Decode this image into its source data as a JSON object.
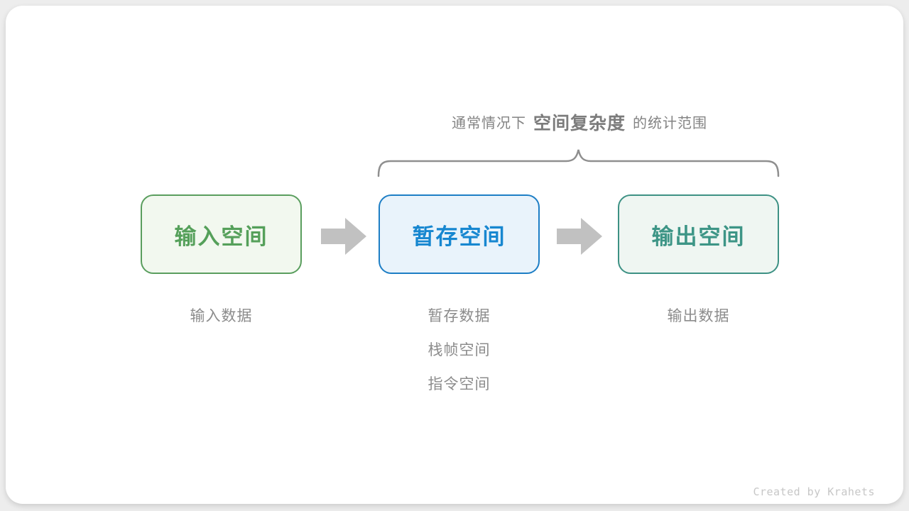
{
  "caption": {
    "prefix": "通常情况下",
    "highlight": "空间复杂度",
    "suffix": "的统计范围"
  },
  "columns": [
    {
      "box_label": "输入空间",
      "theme": "green",
      "notes": [
        "输入数据"
      ]
    },
    {
      "box_label": "暂存空间",
      "theme": "blue",
      "notes": [
        "暂存数据",
        "栈帧空间",
        "指令空间"
      ]
    },
    {
      "box_label": "输出空间",
      "theme": "teal",
      "notes": [
        "输出数据"
      ]
    }
  ],
  "credit": "Created by Krahets",
  "icons": {
    "arrow_between_boxes": "right-block-arrow",
    "brace_over_scope": "horizontal-curly-brace"
  },
  "colors": {
    "accent_green": "#5a9e5e",
    "accent_green_bg": "#f2f8ef",
    "accent_green_text": "#55a05a",
    "accent_blue": "#1d7ec5",
    "accent_blue_bg": "#e9f3fb",
    "accent_blue_text": "#1787d0",
    "accent_teal": "#3d9184",
    "accent_teal_bg": "#eff6f2",
    "accent_teal_text": "#3d9586",
    "gray_text": "#8c8c8c",
    "caption_text": "#838383",
    "caption_strong": "#7c7c7c",
    "brace": "#8f8f8f",
    "arrow": "#c1c1c1",
    "footer_text": "#c7c7c7"
  }
}
